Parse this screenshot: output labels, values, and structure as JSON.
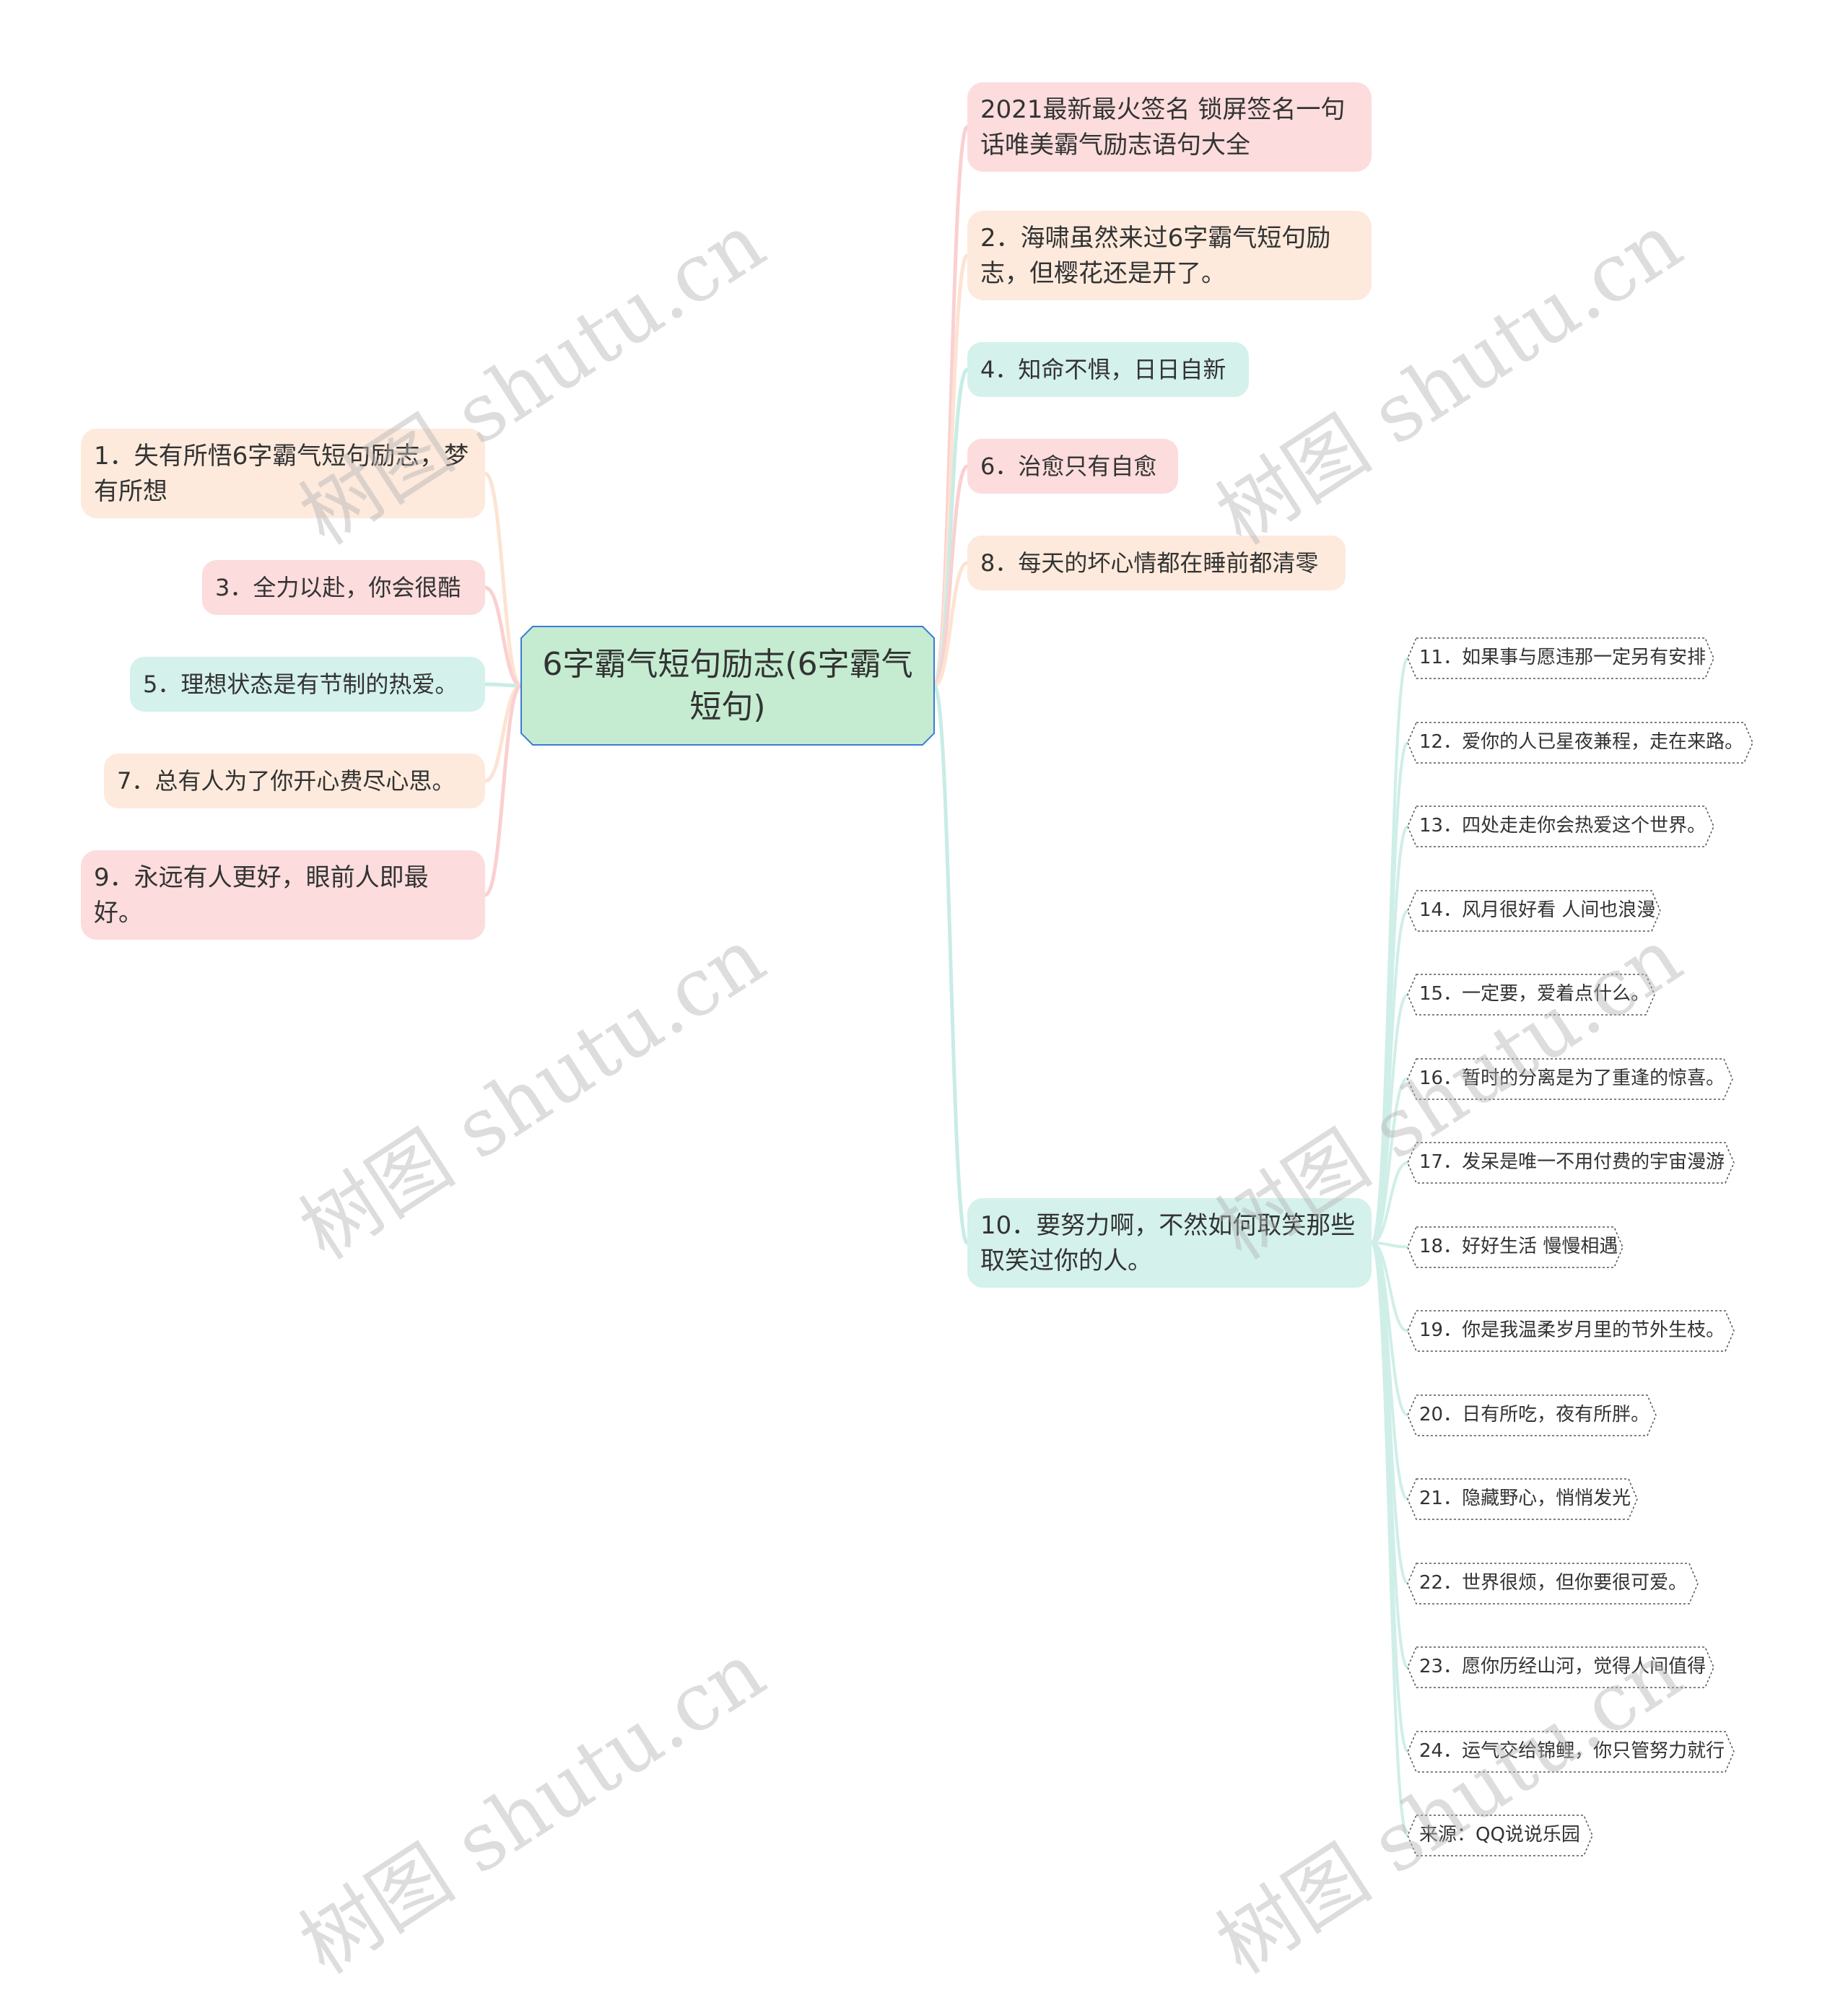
{
  "root": {
    "title": "6字霸气短句励志(6字霸气短句)"
  },
  "left_branches": [
    {
      "text": "1．失有所悟6字霸气短句励志，梦有所想"
    },
    {
      "text": "3．全力以赴，你会很酷"
    },
    {
      "text": "5．理想状态是有节制的热爱。"
    },
    {
      "text": "7．总有人为了你开心费尽心思。"
    },
    {
      "text": "9．永远有人更好，眼前人即最好。"
    }
  ],
  "right_branches": [
    {
      "text": "2021最新最火签名 锁屏签名一句话唯美霸气励志语句大全"
    },
    {
      "text": "2．海啸虽然来过6字霸气短句励志，但樱花还是开了。"
    },
    {
      "text": "4．知命不惧，日日自新"
    },
    {
      "text": "6．治愈只有自愈"
    },
    {
      "text": "8．每天的坏心情都在睡前都清零"
    },
    {
      "text": "10．要努力啊，不然如何取笑那些取笑过你的人。"
    }
  ],
  "sub_items": [
    {
      "text": "11．如果事与愿违那一定另有安排"
    },
    {
      "text": "12．爱你的人已星夜兼程，走在来路。"
    },
    {
      "text": "13．四处走走你会热爱这个世界。"
    },
    {
      "text": "14．风月很好看 人间也浪漫"
    },
    {
      "text": "15．一定要，爱着点什么。"
    },
    {
      "text": "16．暂时的分离是为了重逢的惊喜。"
    },
    {
      "text": "17．发呆是唯一不用付费的宇宙漫游"
    },
    {
      "text": "18．好好生活 慢慢相遇"
    },
    {
      "text": "19．你是我温柔岁月里的节外生枝。"
    },
    {
      "text": "20．日有所吃，夜有所胖。"
    },
    {
      "text": "21．隐藏野心，悄悄发光"
    },
    {
      "text": "22．世界很烦，但你要很可爱。"
    },
    {
      "text": "23．愿你历经山河，觉得人间值得"
    },
    {
      "text": "24．运气交给锦鲤，你只管努力就行"
    },
    {
      "text": "来源：QQ说说乐园"
    }
  ],
  "watermark": "树图 shutu.cn",
  "colors": {
    "pink": "#fcdcdc",
    "peach": "#fdeadc",
    "teal": "#d4f1ec",
    "root_fill": "#c5ecd0",
    "root_border": "#3a7bd5",
    "leaf_border": "#555555",
    "line": "#cfeee8"
  }
}
